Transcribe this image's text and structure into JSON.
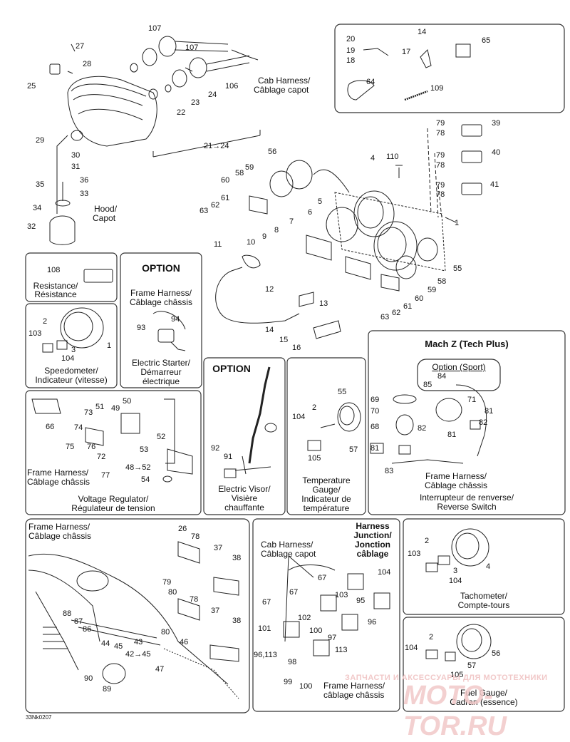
{
  "diagram": {
    "figure_code": "33Nk0207",
    "watermark": {
      "top": "ЗАПЧАСТИ И АКСЕССУАРЫ ДЛЯ МОТОТЕХНИКИ",
      "brand": "MOTO-TOR.RU"
    },
    "callouts_main": {
      "c107a": "107",
      "c27": "27",
      "c28": "28",
      "c25": "25",
      "c107b": "107",
      "c106": "106",
      "c24": "24",
      "c23": "23",
      "c22": "22",
      "c21_24": "21→24",
      "c29": "29",
      "c30": "30",
      "c31": "31",
      "c36": "36",
      "c35": "35",
      "c33": "33",
      "c34": "34",
      "c32": "32",
      "c56": "56",
      "c4": "4",
      "c110": "110",
      "c59": "59",
      "c58a": "58",
      "c60a": "60",
      "c61a": "61",
      "c62a": "62",
      "c63a": "63",
      "c5": "5",
      "c6": "6",
      "c7": "7",
      "c8": "8",
      "c9": "9",
      "c10": "10",
      "c11": "11",
      "c12": "12",
      "c13": "13",
      "c1": "1",
      "c55": "55",
      "c58b": "58",
      "c59b": "59",
      "c60b": "60",
      "c61b": "61",
      "c62b": "62",
      "c63b": "63",
      "c14": "14",
      "c15": "15",
      "c16": "16",
      "c79a": "79",
      "c78a": "78",
      "c39": "39",
      "c79b": "79",
      "c78b": "78",
      "c40": "40",
      "c79c": "79",
      "c78c": "78",
      "c41": "41"
    },
    "labels_main": {
      "cab_harness": "Cab Harness/",
      "cab_harness_fr": "Câblage capot",
      "hood": "Hood/",
      "hood_fr": "Capot"
    },
    "box_topright": {
      "c20": "20",
      "c19": "19",
      "c18": "18",
      "c14": "14",
      "c17": "17",
      "c65": "65",
      "c64": "64",
      "c109": "109"
    },
    "box_resistance": {
      "c108": "108",
      "label": "Resistance/",
      "label_fr": "Résistance"
    },
    "box_option1": {
      "title": "OPTION",
      "label": "Frame Harness/",
      "label_fr": "Câblage châssis",
      "c94": "94",
      "c93": "93",
      "label2": "Electric Starter/",
      "label2_fr": "Démarreur",
      "label2_fr2": "électrique"
    },
    "box_speedo": {
      "c2": "2",
      "c103": "103",
      "c1": "1",
      "c3": "3",
      "c104": "104",
      "label": "Speedometer/",
      "label_fr": "Indicateur (vitesse)"
    },
    "box_option2": {
      "title": "OPTION",
      "c92": "92",
      "c91": "91",
      "label": "Electric Visor/",
      "label_fr": "Visière",
      "label_fr2": "chauffante"
    },
    "box_temp": {
      "c55": "55",
      "c2": "2",
      "c104": "104",
      "c57": "57",
      "c105": "105",
      "label": "Temperature",
      "label2": "Gauge/",
      "label_fr": "Indicateur de",
      "label_fr2": "température"
    },
    "box_machz": {
      "title": "Mach Z (Tech Plus)",
      "sport": "Option (Sport)",
      "c84": "84",
      "c85": "85",
      "c69": "69",
      "c70": "70",
      "c68": "68",
      "c71": "71",
      "c81a": "81",
      "c82a": "82",
      "c81b": "81",
      "c82b": "82",
      "c83": "83",
      "frame": "Frame Harness/",
      "frame_fr": "Câblage châssis",
      "label": "Interrupteur de renverse/",
      "label_en": "Reverse Switch"
    },
    "box_voltage": {
      "c66": "66",
      "c73": "73",
      "c51": "51",
      "c49": "49",
      "c50": "50",
      "c74": "74",
      "c52": "52",
      "c75": "75",
      "c76": "76",
      "c72": "72",
      "c77": "77",
      "c53": "53",
      "c48_52": "48→52",
      "c54": "54",
      "frame": "Frame Harness/",
      "frame_fr": "Câblage châssis",
      "label": "Voltage Regulator/",
      "label_fr": "Régulateur de tension"
    },
    "box_frame": {
      "frame": "Frame Harness/",
      "frame_fr": "Câblage châssis",
      "c26": "26",
      "c78a": "78",
      "c37a": "37",
      "c38a": "38",
      "c79": "79",
      "c80a": "80",
      "c78b": "78",
      "c37b": "37",
      "c38b": "38",
      "c80b": "80",
      "c88": "88",
      "c87": "87",
      "c86": "86",
      "c44": "44",
      "c45": "45",
      "c43": "43",
      "c42_45": "42→45",
      "c46": "46",
      "c47": "47",
      "c90": "90",
      "c89": "89"
    },
    "box_junction": {
      "title": "Harness",
      "title2": "Junction/",
      "title3": "Jonction",
      "title4": "câblage",
      "cab": "Cab Harness/",
      "cab_fr": "Câblage capot",
      "c104": "104",
      "c67a": "67",
      "c67b": "67",
      "c103": "103",
      "c95": "95",
      "c67c": "67",
      "c102": "102",
      "c101": "101",
      "c100a": "100",
      "c96": "96",
      "c97": "97",
      "c96_113": "96,113",
      "c113": "113",
      "c98": "98",
      "c99": "99",
      "c100b": "100",
      "frame": "Frame Harness/",
      "frame_fr": "câblage châssis"
    },
    "box_tach": {
      "c2": "2",
      "c103": "103",
      "c4": "4",
      "c3": "3",
      "c104": "104",
      "label": "Tachometer/",
      "label_fr": "Compte-tours"
    },
    "box_fuel": {
      "c2": "2",
      "c104": "104",
      "c56": "56",
      "c57": "57",
      "c105": "105",
      "label": "Fuel Gauge/",
      "label_fr": "Cadran (essence)"
    }
  }
}
